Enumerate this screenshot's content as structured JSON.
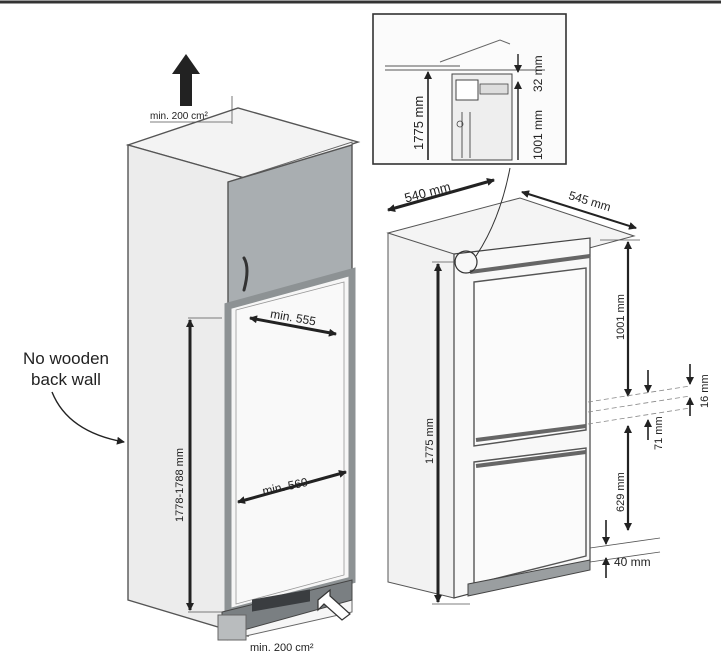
{
  "cabinet": {
    "top_vent": "min. 200 cm²",
    "bottom_vent": "min. 200 cm²",
    "width_top": "min. 555",
    "width_bottom": "min. 560",
    "height": "1778-1788 mm",
    "back_wall_note": [
      "No wooden",
      "back wall"
    ]
  },
  "fridge": {
    "width": "540 mm",
    "depth": "545 mm",
    "total_height": "1775 mm",
    "upper_section": "1001 mm",
    "lower_section": "629 mm",
    "gap_upper": "16 mm",
    "gap_mid": "71 mm",
    "bottom": "40 mm"
  },
  "inset": {
    "height": "1775 mm",
    "top_offset": "32 mm",
    "hinge_height": "1001 mm"
  }
}
